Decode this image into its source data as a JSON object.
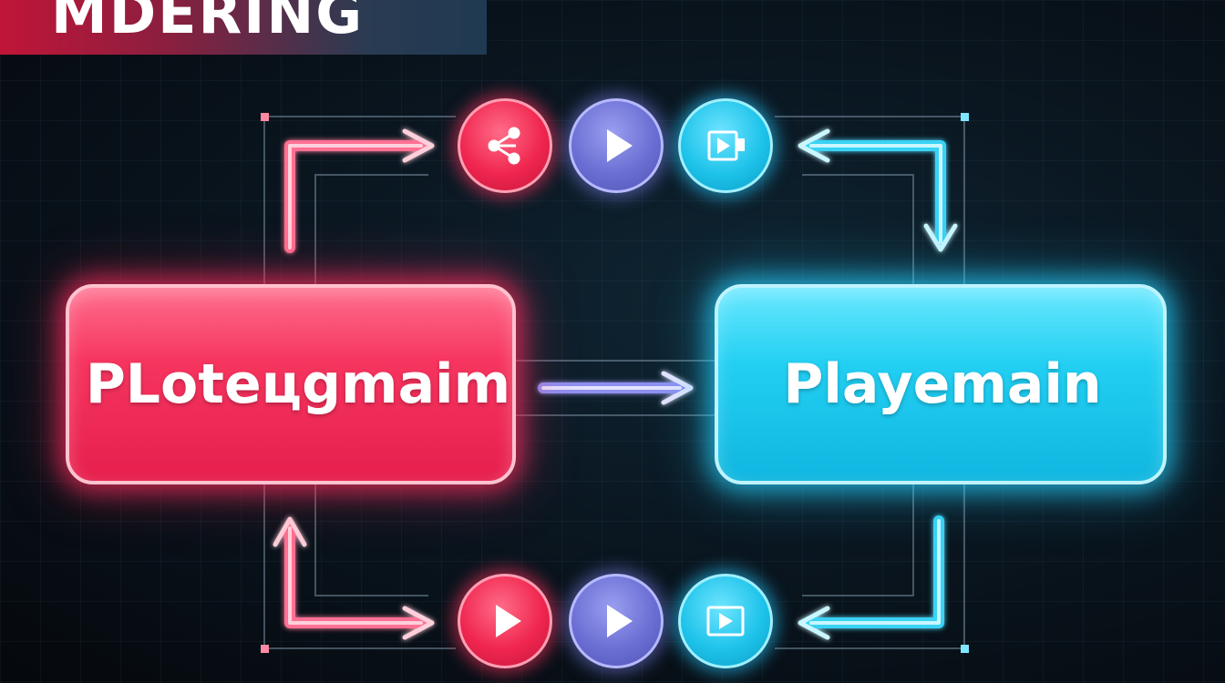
{
  "banner": {
    "title": "MDERING"
  },
  "nodes": {
    "left": {
      "label": "PLoteцgmaim"
    },
    "right": {
      "label": "Playemain"
    }
  },
  "icons": {
    "top": [
      "share-icon",
      "play-icon",
      "video-file-icon"
    ],
    "bottom": [
      "play-icon",
      "play-icon",
      "video-player-icon"
    ]
  },
  "colors": {
    "red_accent": "#f0284f",
    "purple_accent": "#6b6fd3",
    "cyan_accent": "#1ec3ea"
  }
}
